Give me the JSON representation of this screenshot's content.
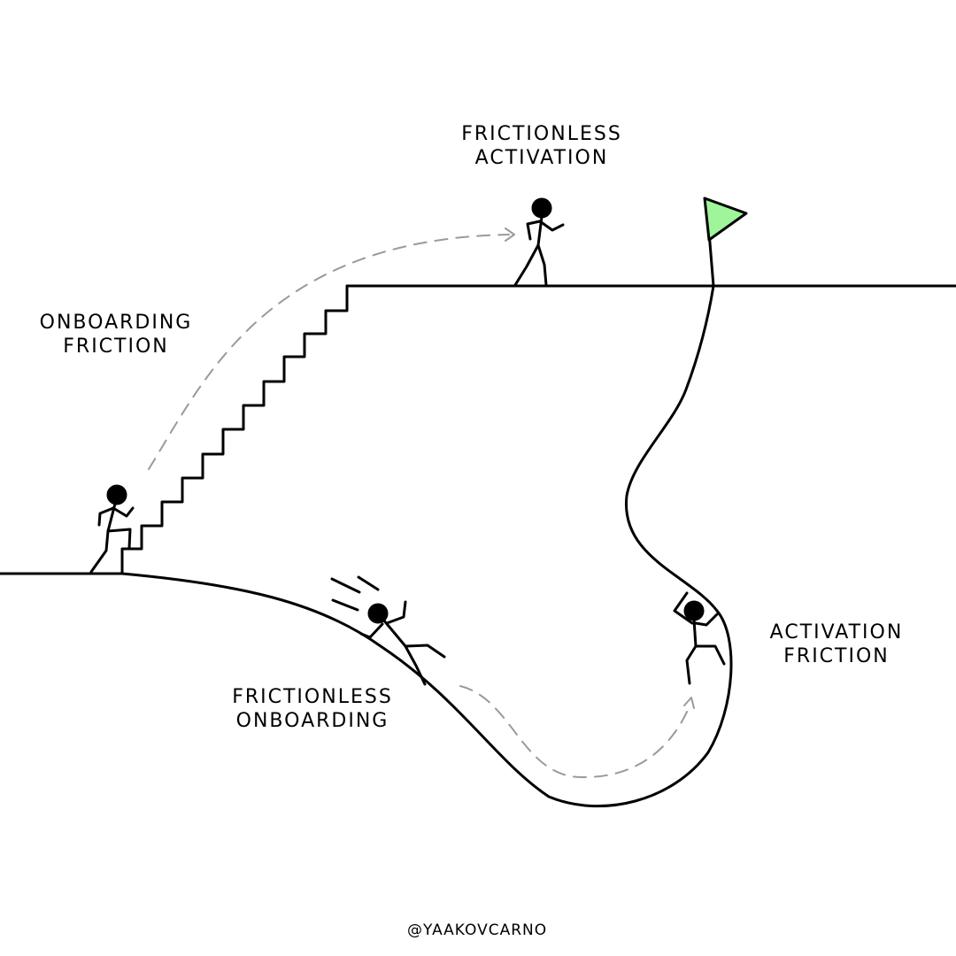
{
  "labels": {
    "frictionless_activation": [
      "FRICTIONLESS",
      "ACTIVATION"
    ],
    "onboarding_friction": [
      "ONBOARDING",
      "FRICTION"
    ],
    "frictionless_onboarding": [
      "FRICTIONLESS",
      "ONBOARDING"
    ],
    "activation_friction": [
      "ACTIVATION",
      "FRICTION"
    ]
  },
  "credit": "@YAAKOVCARNO",
  "colors": {
    "ink": "#000000",
    "flag": "#9ef59a",
    "arrow": "#9a9a9a",
    "background": "#ffffff"
  }
}
